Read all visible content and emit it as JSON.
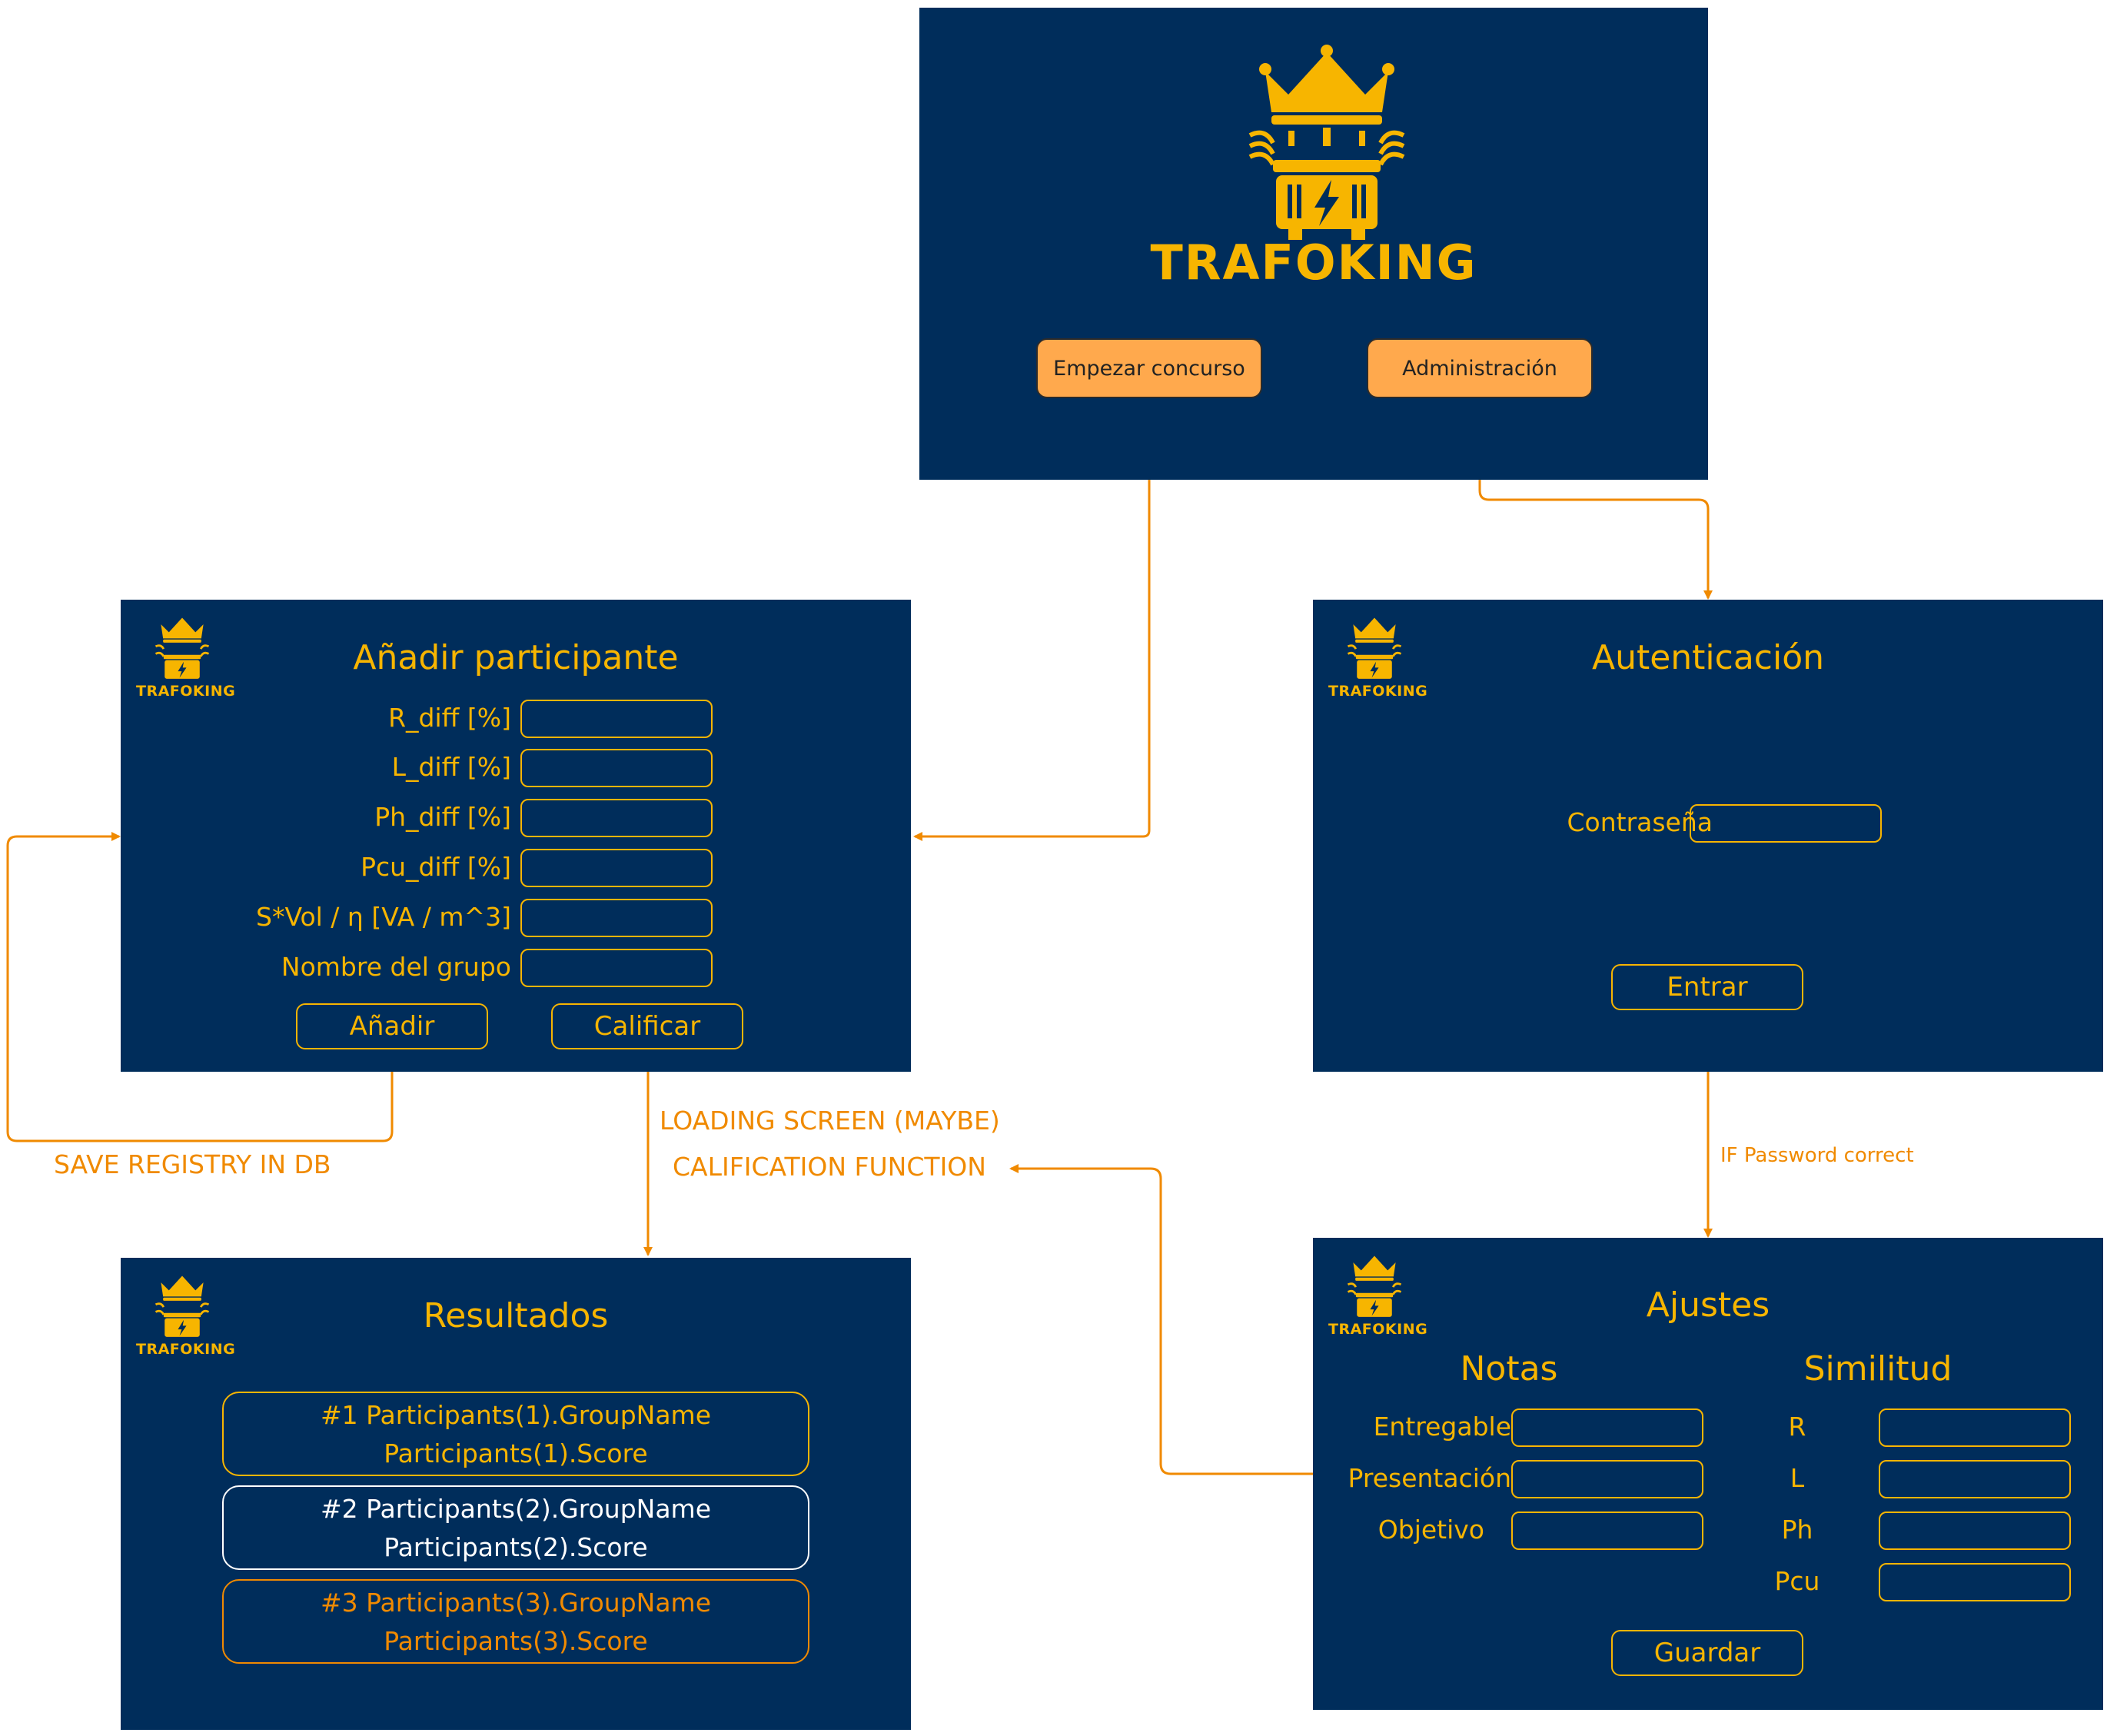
{
  "brand": "TRAFOKING",
  "home": {
    "start_button": "Empezar concurso",
    "admin_button": "Administración"
  },
  "add_participant": {
    "title": "Añadir participante",
    "fields": [
      "R_diff [%]",
      "L_diff [%]",
      "Ph_diff [%]",
      "Pcu_diff [%]",
      "S*Vol / η [VA / m^3]",
      "Nombre del grupo"
    ],
    "add_button": "Añadir",
    "grade_button": "Calificar"
  },
  "auth": {
    "title": "Autenticación",
    "password_label": "Contraseña",
    "enter_button": "Entrar"
  },
  "results": {
    "title": "Resultados",
    "rows": [
      {
        "line1": "#1 Participants(1).GroupName",
        "line2": "Participants(1).Score",
        "color": "#f7b500"
      },
      {
        "line1": "#2 Participants(2).GroupName",
        "line2": "Participants(2).Score",
        "color": "#ffffff"
      },
      {
        "line1": "#3 Participants(3).GroupName",
        "line2": "Participants(3).Score",
        "color": "#f08a00"
      }
    ]
  },
  "settings": {
    "title": "Ajustes",
    "grades_heading": "Notas",
    "similarity_heading": "Similitud",
    "grades_fields": [
      "Entregable",
      "Presentación",
      "Objetivo"
    ],
    "similarity_fields": [
      "R",
      "L",
      "Ph",
      "Pcu"
    ],
    "save_button": "Guardar"
  },
  "annotations": {
    "save_registry": "SAVE REGISTRY IN DB",
    "loading_screen": "LOADING SCREEN (MAYBE)",
    "calification_function": "CALIFICATION FUNCTION",
    "if_password": "IF Password correct"
  },
  "colors": {
    "screen_bg": "#002d5b",
    "accent_gold": "#f7b500",
    "connector_orange": "#f08a00",
    "button_fill": "#ffa94d"
  }
}
